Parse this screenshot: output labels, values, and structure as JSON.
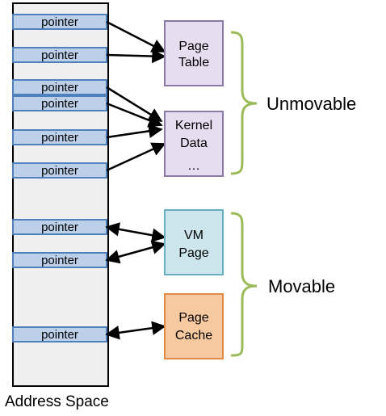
{
  "address_space": {
    "label": "Address Space",
    "pointers": [
      {
        "label": "pointer"
      },
      {
        "label": "pointer"
      },
      {
        "label": "pointer"
      },
      {
        "label": "pointer"
      },
      {
        "label": "pointer"
      },
      {
        "label": "pointer"
      },
      {
        "label": "pointer"
      },
      {
        "label": "pointer"
      },
      {
        "label": "pointer"
      }
    ]
  },
  "boxes": {
    "page_table": {
      "lines": [
        "Page",
        "Table"
      ],
      "fill": "#e6def0",
      "stroke": "#8b7aa6"
    },
    "kernel_data": {
      "lines": [
        "Kernel",
        "Data",
        "…"
      ],
      "fill": "#e6def0",
      "stroke": "#8b7aa6"
    },
    "vm_page": {
      "lines": [
        "VM",
        "Page"
      ],
      "fill": "#cde6ee",
      "stroke": "#6aaec4"
    },
    "page_cache": {
      "lines": [
        "Page",
        "Cache"
      ],
      "fill": "#f7c9a0",
      "stroke": "#e08a44"
    }
  },
  "groups": {
    "unmovable": {
      "label": "Unmovable"
    },
    "movable": {
      "label": "Movable"
    }
  },
  "colors": {
    "pointer_fill": "#bcd0ea",
    "pointer_stroke": "#4f81bd",
    "space_fill": "#efefef",
    "brace": "#9bbb59",
    "arrow": "#000000"
  },
  "connections": [
    {
      "from": 0,
      "to": "page_table",
      "bidirectional": false
    },
    {
      "from": 1,
      "to": "page_table",
      "bidirectional": false
    },
    {
      "from": 2,
      "to": "kernel_data",
      "bidirectional": false
    },
    {
      "from": 3,
      "to": "kernel_data",
      "bidirectional": false
    },
    {
      "from": 4,
      "to": "kernel_data",
      "bidirectional": false
    },
    {
      "from": 5,
      "to": "kernel_data",
      "bidirectional": false
    },
    {
      "from": 6,
      "to": "vm_page",
      "bidirectional": true
    },
    {
      "from": 7,
      "to": "vm_page",
      "bidirectional": true
    },
    {
      "from": 8,
      "to": "page_cache",
      "bidirectional": true
    }
  ]
}
